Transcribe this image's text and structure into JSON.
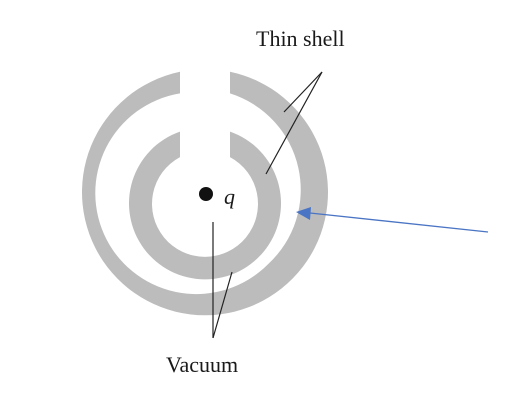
{
  "labels": {
    "thin_shell": "Thin shell",
    "charge": "q",
    "vacuum": "Vacuum"
  },
  "colors": {
    "shell": "#bcbcbc",
    "charge": "#111111",
    "leader_lines": "#222222",
    "arrow": "#4a74c4",
    "background": "#ffffff"
  },
  "icons": {
    "charge_marker": "filled-circle",
    "pointer": "arrow-left"
  }
}
